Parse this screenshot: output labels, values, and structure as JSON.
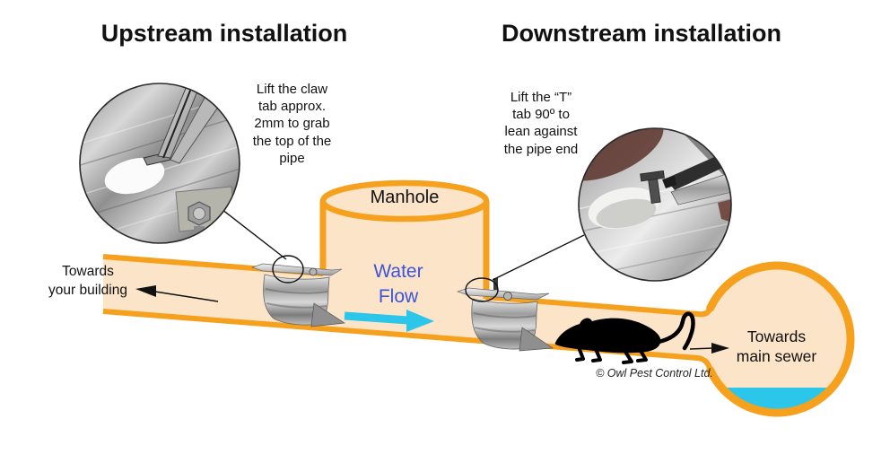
{
  "titles": {
    "upstream": "Upstream installation",
    "downstream": "Downstream installation"
  },
  "instructions": {
    "upstream": "Lift the claw\ntab approx.\n2mm to grab\nthe top of the\npipe",
    "downstream": "Lift the “T”\ntab 90º  to\nlean against\nthe pipe end"
  },
  "labels": {
    "manhole": "Manhole",
    "water_flow": "Water\nFlow",
    "towards_building": "Towards\nyour building",
    "towards_sewer": "Towards\nmain sewer",
    "copyright": "© Owl Pest Control Ltd."
  },
  "icons": {
    "upstream_photo": "claw-tab-lifted-with-pliers-photo",
    "downstream_photo": "t-tab-lifted-with-pliers-photo",
    "rat": "rat-silhouette",
    "water_flow_arrow": "cyan-right-arrow",
    "towards_building_arrow": "black-left-arrow",
    "towards_sewer_arrow": "black-right-arrow"
  },
  "colors": {
    "pipe_fill": "#FCE4C9",
    "pipe_border": "#F6A11E",
    "water": "#2BC6EA",
    "flow_text": "#3D55D8",
    "ink": "#111111"
  }
}
